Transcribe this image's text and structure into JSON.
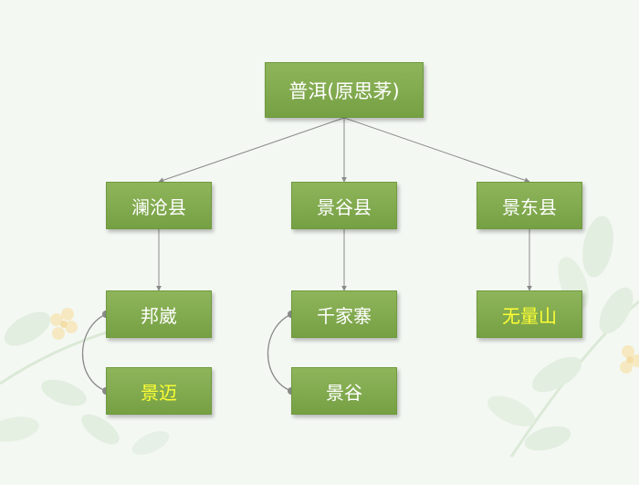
{
  "diagram": {
    "root": {
      "label": "普洱(原思茅)"
    },
    "counties": [
      {
        "label": "澜沧县",
        "towns": [
          "邦崴",
          "景迈"
        ]
      },
      {
        "label": "景谷县",
        "towns": [
          "千家寨",
          "景谷"
        ]
      },
      {
        "label": "景东县",
        "towns": [
          "无量山"
        ]
      }
    ],
    "colors": {
      "node_fill": "#80a94d",
      "node_text": "#ffffff",
      "highlight_text": "#ffff33",
      "connector": "#8a8a8a",
      "background": "#f4f8f3"
    }
  }
}
